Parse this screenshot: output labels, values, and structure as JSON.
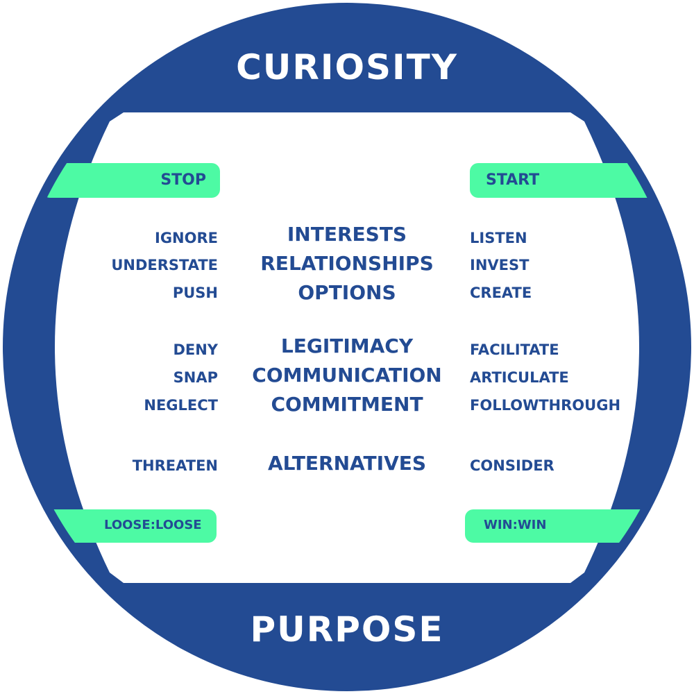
{
  "top_label": "CURIOSITY",
  "bottom_label": "PURPOSE",
  "left_header": "STOP",
  "right_header": "START",
  "left_footer": "LOOSE:LOOSE",
  "right_footer": "WIN:WIN",
  "center_terms": [
    "INTERESTS",
    "RELATIONSHIPS",
    "OPTIONS",
    "LEGITIMACY",
    "COMMUNICATION",
    "COMMITMENT",
    "ALTERNATIVES"
  ],
  "left_terms": [
    "IGNORE",
    "UNDERSTATE",
    "PUSH",
    "DENY",
    "SNAP",
    "NEGLECT",
    "THREATEN"
  ],
  "right_terms": [
    "LISTEN",
    "INVEST",
    "CREATE",
    "FACILITATE",
    "ARTICULATE",
    "FOLLOWTHROUGH",
    "CONSIDER"
  ],
  "colors": {
    "navy": "#234b93",
    "green": "#4dfaa4",
    "white": "#ffffff"
  }
}
